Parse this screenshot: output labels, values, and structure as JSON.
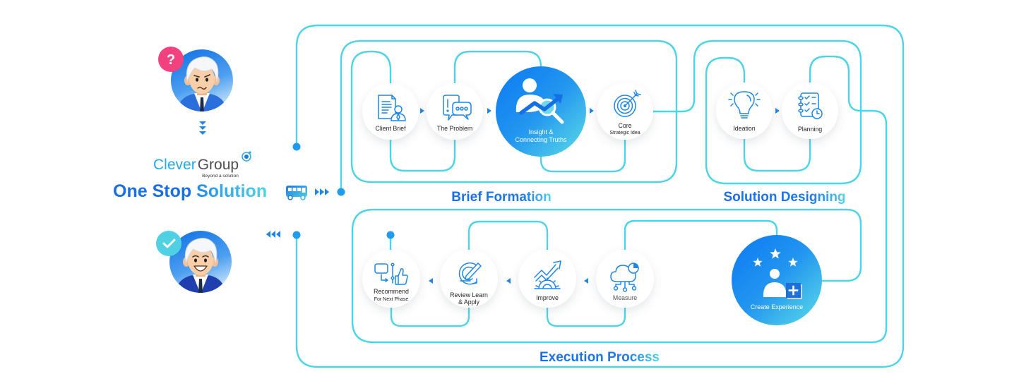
{
  "brand": {
    "name_primary": "Clever",
    "name_secondary": "Group",
    "tagline": "Beyond a solution"
  },
  "headline": {
    "part1": "One Stop",
    "part2": "Solution"
  },
  "journey": {
    "start": {
      "state": "confused client",
      "badge": "?"
    },
    "end": {
      "state": "satisfied client",
      "badge_icon": "check-icon"
    },
    "transport_icon": "bus-icon"
  },
  "sections": {
    "brief_formation": {
      "title": "Brief Formation",
      "steps": [
        {
          "id": "client-brief",
          "lines": [
            "Client Brief"
          ],
          "icon": "client-brief-icon"
        },
        {
          "id": "the-problem",
          "lines": [
            "The Problem"
          ],
          "icon": "problem-chat-icon"
        },
        {
          "id": "insight",
          "lines": [
            "Insight &",
            "Connecting Truths"
          ],
          "icon": "insight-analytics-icon",
          "highlighted": true
        },
        {
          "id": "core-idea",
          "lines": [
            "Core",
            "Strategic Idea"
          ],
          "icon": "target-icon"
        }
      ]
    },
    "solution_designing": {
      "title": "Solution Designing",
      "steps": [
        {
          "id": "ideation",
          "lines": [
            "Ideation"
          ],
          "icon": "lightbulb-icon"
        },
        {
          "id": "planning",
          "lines": [
            "Planning"
          ],
          "icon": "checklist-clock-icon"
        }
      ]
    },
    "execution_process": {
      "title": "Execution Process",
      "steps": [
        {
          "id": "create-experience",
          "lines": [
            "Create Experience"
          ],
          "icon": "stars-user-add-icon",
          "highlighted": true
        },
        {
          "id": "measure",
          "lines": [
            "Measure"
          ],
          "icon": "cloud-analytics-icon"
        },
        {
          "id": "improve",
          "lines": [
            "Improve"
          ],
          "icon": "growth-gear-icon"
        },
        {
          "id": "review",
          "lines": [
            "Review Learn",
            "& Apply"
          ],
          "icon": "review-cycle-icon"
        },
        {
          "id": "recommend",
          "lines": [
            "Recommend",
            "For Next Phase"
          ],
          "icon": "recommend-thumbs-up-icon"
        }
      ]
    }
  },
  "colors": {
    "connector_line": "#4dd4e6",
    "connector_dot": "#1f9cf0",
    "primary_blue": "#1a6fe3",
    "accent_cyan": "#45cbe8",
    "icon_blue": "#1f86e6",
    "question_badge": "#f2417f",
    "check_badge": "#4fd0e3"
  }
}
